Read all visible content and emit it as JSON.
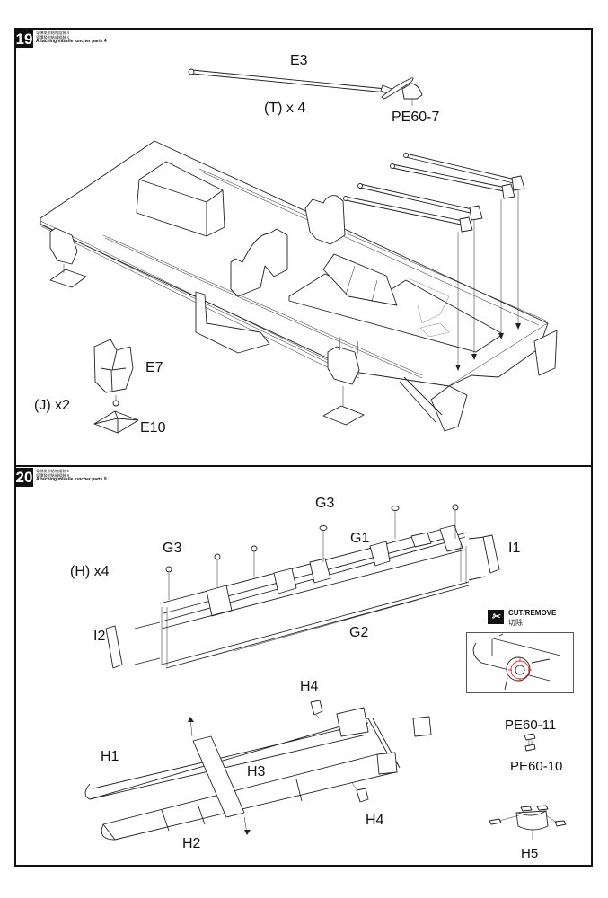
{
  "steps": [
    {
      "number": "19",
      "heading_zh_simplified": "导弹发射结构组装 4",
      "heading_zh_traditional": "導彈發射結構組裝 4",
      "heading_en": "Attaching missile luncher parts 4",
      "callouts": {
        "part_e3": "E3",
        "part_pe60_7": "PE60-7",
        "qty_t": "(T) x 4",
        "part_e7": "E7",
        "part_e10": "E10",
        "qty_j": "(J) x2"
      }
    },
    {
      "number": "20",
      "heading_zh_simplified": "导弹发射结构组装 9",
      "heading_zh_traditional": "導彈發射結構組裝 9",
      "heading_en": "Attaching missile luncher parts 9",
      "callouts": {
        "qty_h": "(H) x4",
        "part_g3_a": "G3",
        "part_g3_b": "G3",
        "part_g1": "G1",
        "part_g2": "G2",
        "part_i1": "I1",
        "part_i2": "I2",
        "part_h1": "H1",
        "part_h2": "H2",
        "part_h3": "H3",
        "part_h4_a": "H4",
        "part_h4_b": "H4",
        "part_h5": "H5",
        "part_pe60_11": "PE60-11",
        "part_pe60_10": "PE60-10"
      },
      "cut_notice": {
        "icon": "cutter-knife-icon",
        "label_en": "CUT/REMOVE",
        "label_zh": "切除"
      }
    }
  ]
}
